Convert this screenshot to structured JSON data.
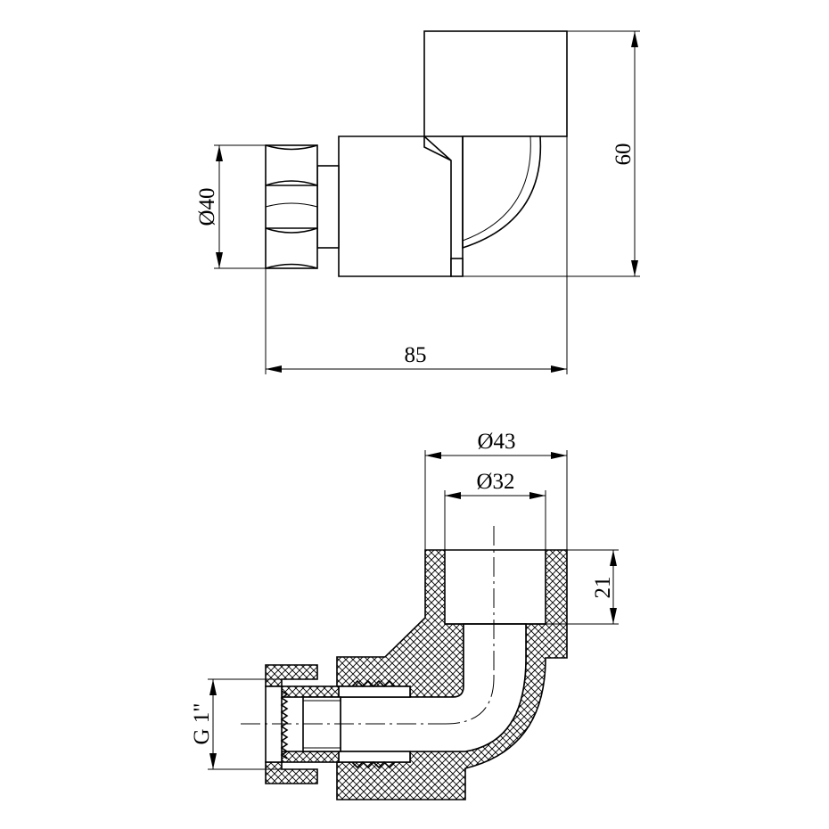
{
  "dimensions": {
    "side_height": "60",
    "nut_diameter": "Ø40",
    "overall_length": "85",
    "outer_diameter": "Ø43",
    "inner_diameter": "Ø32",
    "socket_depth": "21",
    "thread": "G 1\""
  }
}
